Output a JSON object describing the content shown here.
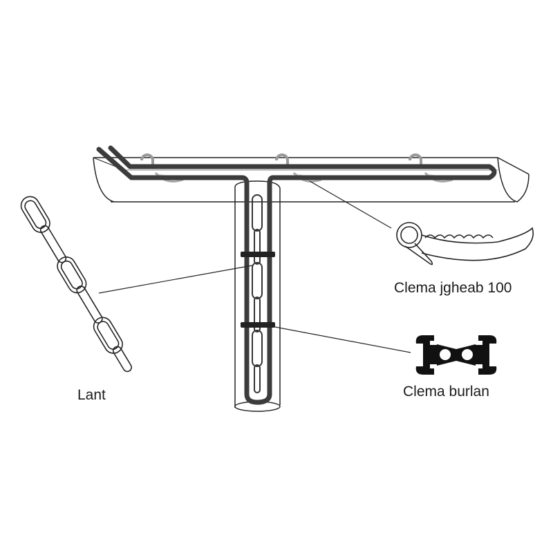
{
  "labels": {
    "chain": "Lant",
    "gutter_clip": "Clema jgheab 100",
    "downpipe_clip": "Clema burlan"
  },
  "colors": {
    "cable": "#3c3c3c",
    "outline": "#222222",
    "clip_fill": "#111111"
  }
}
